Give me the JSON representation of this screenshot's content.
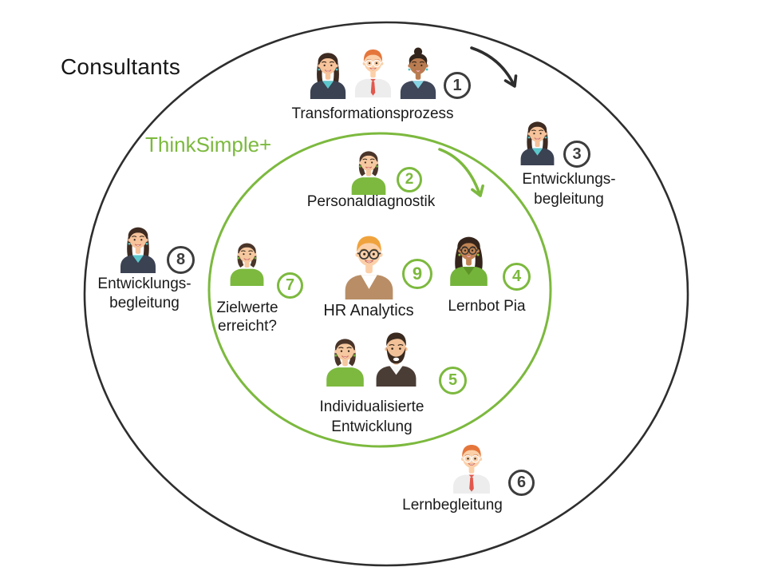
{
  "diagram": {
    "outer_label": "Consultants",
    "inner_label": "ThinkSimple+",
    "colors": {
      "dark": "#2E2E2E",
      "dark_badge": "#3D3D3D",
      "green": "#7CB93E",
      "text": "#1A1A1A",
      "background": "#FFFFFF"
    },
    "steps": [
      {
        "num": "1",
        "label": "Transformationsprozess",
        "ring": "dark"
      },
      {
        "num": "2",
        "label": "Personaldiagnostik",
        "ring": "green"
      },
      {
        "num": "3",
        "label_line1": "Entwicklungs-",
        "label_line2": "begleitung",
        "ring": "dark"
      },
      {
        "num": "4",
        "label": "Lernbot Pia",
        "ring": "green"
      },
      {
        "num": "5",
        "label_line1": "Individualisierte",
        "label_line2": "Entwicklung",
        "ring": "green"
      },
      {
        "num": "6",
        "label": "Lernbegleitung",
        "ring": "dark"
      },
      {
        "num": "7",
        "label_line1": "Zielwerte",
        "label_line2": "erreicht?",
        "ring": "green"
      },
      {
        "num": "8",
        "label_line1": "Entwicklungs-",
        "label_line2": "begleitung",
        "ring": "dark"
      },
      {
        "num": "9",
        "label": "HR Analytics",
        "ring": "green"
      }
    ],
    "avatars": {
      "womanNavyLong": {
        "skin": "#F6C39B",
        "hair": "#3E2B21",
        "body": "#3B4252",
        "shirt": "#5BC6CB",
        "style": "long",
        "earrings": "#4FC3C7"
      },
      "manOrangeTie": {
        "skin": "#FBD0A9",
        "hair": "#E5763B",
        "body": "#EDEDED",
        "tie": "#E2574C",
        "style": "short_m",
        "glasses": "#FAFAFA",
        "brow": "#C26A33"
      },
      "womanBunNavy": {
        "skin": "#B97C50",
        "hair": "#33251C",
        "body": "#3F4759",
        "shirt": "#85D3E3",
        "style": "bun",
        "earrings": "#4FC3C7"
      },
      "womanGreenShort": {
        "skin": "#F6C8A0",
        "hair": "#4A352A",
        "body": "#7CB93E",
        "style": "bob",
        "earrings": "#6FAE36"
      },
      "manHR": {
        "skin": "#FBD0A9",
        "hair": "#F0A33C",
        "body": "#B98E66",
        "shirt": "#FFFFFF",
        "collarWide": true,
        "style": "short_m",
        "glasses": "#3A3A3A",
        "brow": "#C98A2E"
      },
      "womanPia": {
        "skin": "#C08454",
        "hair": "#35241B",
        "body": "#74B43A",
        "shirt": "#5E9427",
        "style": "wavy",
        "glasses": "#323232",
        "earrings": "#8CC63F"
      },
      "manBeard": {
        "skin": "#F2C198",
        "hair": "#3A2A1F",
        "body": "#4A3D35",
        "shirt": "#F7F7F5",
        "style": "beard",
        "beard": true
      }
    }
  }
}
